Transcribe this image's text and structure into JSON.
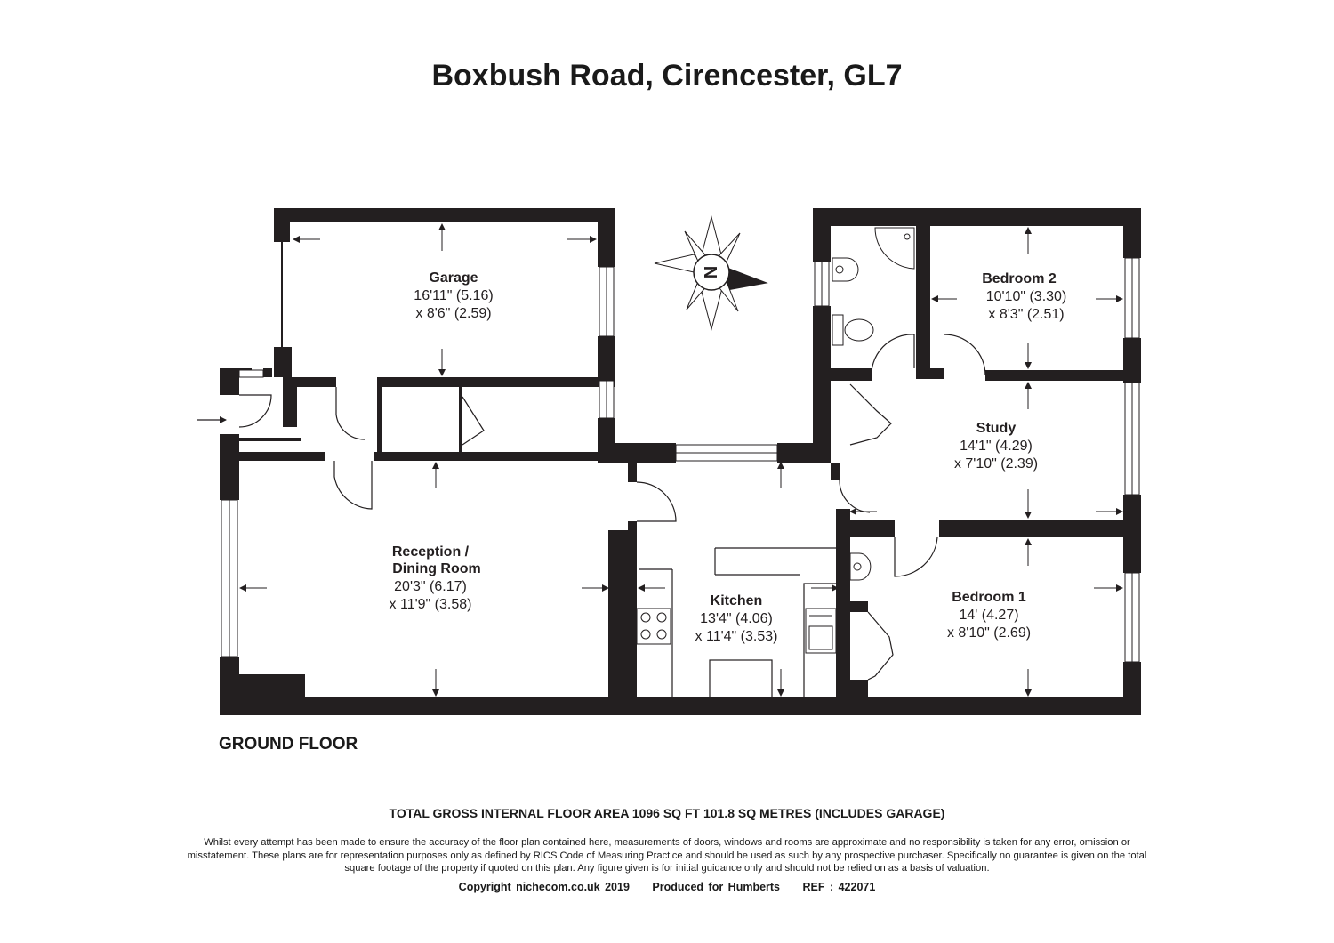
{
  "title": "Boxbush Road, Cirencester, GL7",
  "rooms": {
    "garage": {
      "name": "Garage",
      "dim1": "16'11\" (5.16)",
      "dim2": "x 8'6\" (2.59)"
    },
    "bedroom2": {
      "name": "Bedroom 2",
      "dim1": "10'10\" (3.30)",
      "dim2": "x 8'3\" (2.51)"
    },
    "study": {
      "name": "Study",
      "dim1": "14'1\" (4.29)",
      "dim2": "x 7'10\" (2.39)"
    },
    "reception": {
      "name1": "Reception /",
      "name2": "Dining Room",
      "dim1": "20'3\" (6.17)",
      "dim2": "x 11'9\" (3.58)"
    },
    "kitchen": {
      "name": "Kitchen",
      "dim1": "13'4\" (4.06)",
      "dim2": "x 11'4\" (3.53)"
    },
    "bedroom1": {
      "name": "Bedroom 1",
      "dim1": "14' (4.27)",
      "dim2": "x 8'10\" (2.69)"
    }
  },
  "compass_letter": "N",
  "floor_label": "GROUND FLOOR",
  "total_area": "TOTAL GROSS INTERNAL FLOOR AREA 1096 SQ FT 101.8 SQ METRES (INCLUDES GARAGE)",
  "disclaimer": "Whilst every attempt has been made to ensure the accuracy of the floor plan contained here, measurements of doors, windows and rooms are approximate and no responsibility is taken for any error, omission or misstatement. These plans are for representation purposes only as defined by RICS Code of Measuring Practice and should be used as such by any prospective purchaser. Specifically no guarantee is given on the total square footage of the property if quoted on this plan. Any figure given is for initial guidance only and should not be relied on as a basis of valuation.",
  "footer": {
    "copyright": "Copyright nichecom.co.uk 2019",
    "produced": "Produced for Humberts",
    "ref": "REF : 422071"
  },
  "colors": {
    "wall": "#231f20",
    "background": "#ffffff"
  }
}
